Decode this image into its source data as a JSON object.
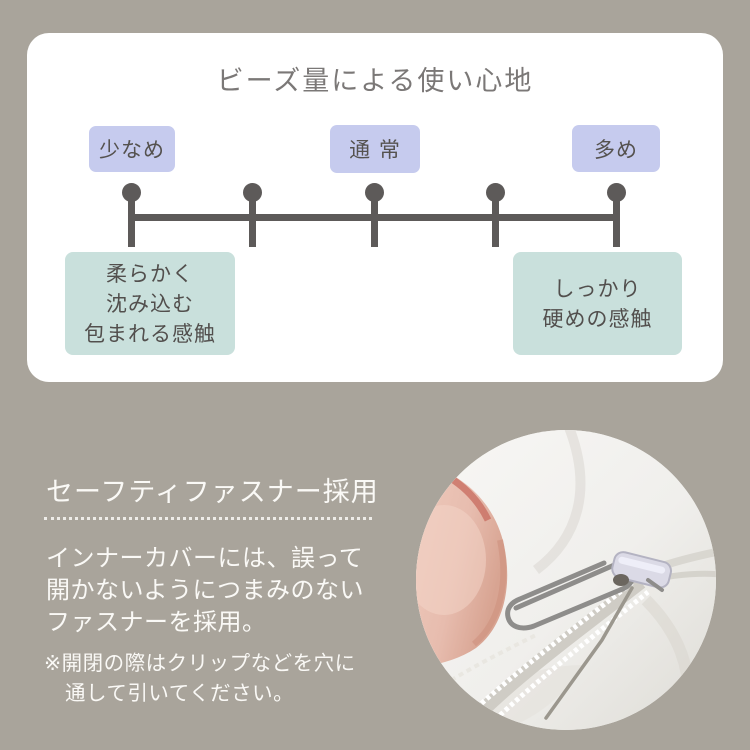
{
  "canvas": {
    "background": "#a9a49b"
  },
  "comfort_diagram": {
    "title": "ビーズ量による使い心地",
    "labels": [
      {
        "text": "少なめ"
      },
      {
        "text": "通 常"
      },
      {
        "text": "多め"
      }
    ],
    "tick_count": 5,
    "left_result": "柔らかく\n沈み込む\n包まれる感触",
    "right_result": "しっかり\n硬めの感触",
    "colors": {
      "card_bg": "#ffffff",
      "label_bg": "#c6cbee",
      "result_bg": "#c9e0dc",
      "line": "#5d5a59",
      "title_text": "#7b7877",
      "box_text": "#55524f"
    }
  },
  "fastener_section": {
    "heading": "セーフティファスナー採用",
    "body": "インナーカバーには、誤って\n開かないようにつまみのない\nファスナーを採用。",
    "note": "※開閉の際はクリップなどを穴に\n　通して引いてください。",
    "text_color": "#faf9f6"
  }
}
